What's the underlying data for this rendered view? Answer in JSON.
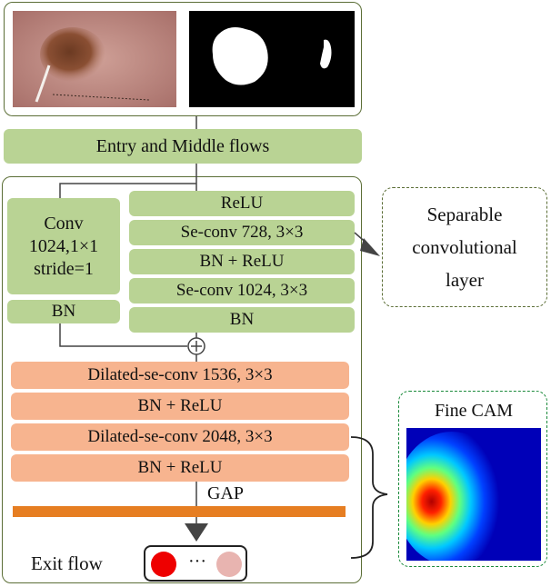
{
  "entry_middle": "Entry and Middle flows",
  "shortcut": {
    "conv": [
      "Conv",
      "1024,1×1",
      "stride=1"
    ],
    "bn": "BN"
  },
  "main_path": [
    "ReLU",
    "Se-conv 728, 3×3",
    "BN + ReLU",
    "Se-conv 1024, 3×3",
    "BN"
  ],
  "separable": [
    "Separable",
    "convolutional",
    "layer"
  ],
  "add_symbol": "+",
  "orange_layers": [
    "Dilated-se-conv 1536, 3×3",
    "BN + ReLU",
    "Dilated-se-conv 2048, 3×3",
    "BN + ReLU"
  ],
  "gap_label": "GAP",
  "exit_flow": "Exit flow",
  "ellipsis": "···",
  "fine_cam": "Fine CAM",
  "colors": {
    "green_block": "#b9d394",
    "orange_block": "#f7b48f",
    "gap_bar": "#e67e22",
    "outline": "#5b6e36",
    "cam_border": "#1a8a3a",
    "red_dot": "#ee0000",
    "pink_dot": "#e8b4b0"
  }
}
